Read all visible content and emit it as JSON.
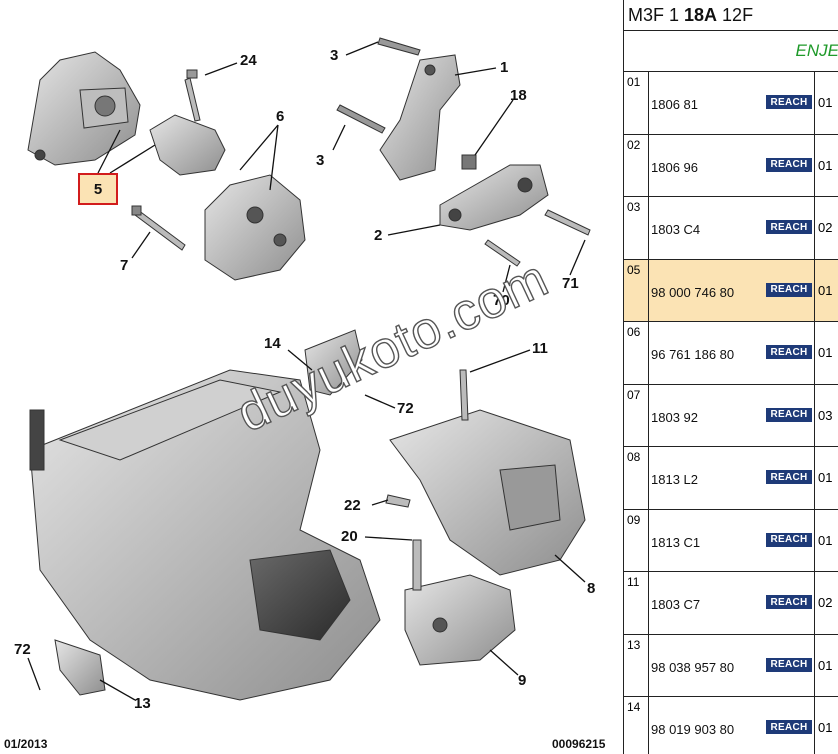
{
  "diagram": {
    "callouts": [
      "24",
      "5",
      "6",
      "7",
      "3",
      "1",
      "18",
      "3",
      "2",
      "70",
      "71",
      "14",
      "11",
      "72",
      "22",
      "20",
      "8",
      "9",
      "72",
      "13"
    ],
    "footer_left": "01/2013",
    "footer_right": "00096215",
    "watermark": "duyukoto.com"
  },
  "table": {
    "header": {
      "prefix": "M3F 1",
      "bold": "18A",
      "suffix": "12F"
    },
    "subheader": "ENJE",
    "rows": [
      {
        "index": "01",
        "part": "1806 81",
        "badge": "REACH",
        "qty": "01"
      },
      {
        "index": "02",
        "part": "1806 96",
        "badge": "REACH",
        "qty": "01"
      },
      {
        "index": "03",
        "part": "1803 C4",
        "badge": "REACH",
        "qty": "02"
      },
      {
        "index": "05",
        "part": "98 000 746 80",
        "badge": "REACH",
        "qty": "01"
      },
      {
        "index": "06",
        "part": "96 761 186 80",
        "badge": "REACH",
        "qty": "01"
      },
      {
        "index": "07",
        "part": "1803 92",
        "badge": "REACH",
        "qty": "03"
      },
      {
        "index": "08",
        "part": "1813 L2",
        "badge": "REACH",
        "qty": "01"
      },
      {
        "index": "09",
        "part": "1813 C1",
        "badge": "REACH",
        "qty": "01"
      },
      {
        "index": "11",
        "part": "1803 C7",
        "badge": "REACH",
        "qty": "02"
      },
      {
        "index": "13",
        "part": "98 038 957 80",
        "badge": "REACH",
        "qty": "01"
      },
      {
        "index": "14",
        "part": "98 019 903 80",
        "badge": "REACH",
        "qty": "01"
      }
    ],
    "highlight_color": "#fbe3b4",
    "badge_color": "#1e3a78",
    "subheader_color": "#1f9a2a"
  }
}
